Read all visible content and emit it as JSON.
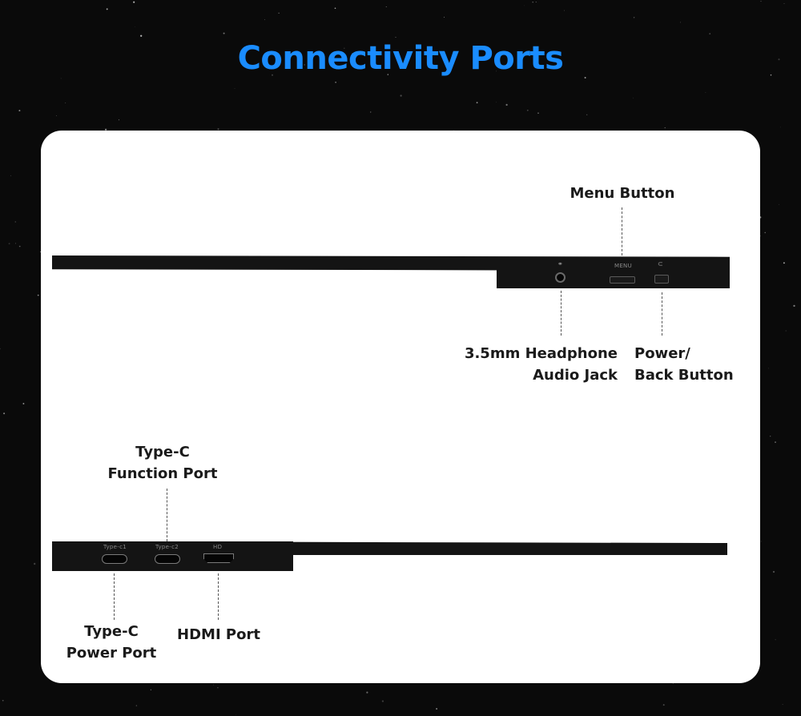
{
  "title": "Connectivity Ports",
  "colors": {
    "title": "#1a8cff",
    "background": "#0a0a0a",
    "panel": "#ffffff",
    "device": "#141414"
  },
  "top_view": {
    "labels": {
      "menu_button": "Menu Button",
      "headphone_line1": "3.5mm Headphone",
      "headphone_line2": "Audio Jack",
      "power_line1": "Power/",
      "power_line2": "Back Button"
    },
    "port_markings": {
      "menu": "MENU"
    },
    "icons": {
      "headphone": "headphone-icon",
      "power": "power-icon"
    }
  },
  "bottom_view": {
    "labels": {
      "function_line1": "Type-C",
      "function_line2": "Function Port",
      "power_line1": "Type-C",
      "power_line2": "Power Port",
      "hdmi": "HDMI Port"
    },
    "port_markings": {
      "typec1": "Type-c1",
      "typec2": "Type-c2",
      "hdmi": "HD"
    }
  }
}
